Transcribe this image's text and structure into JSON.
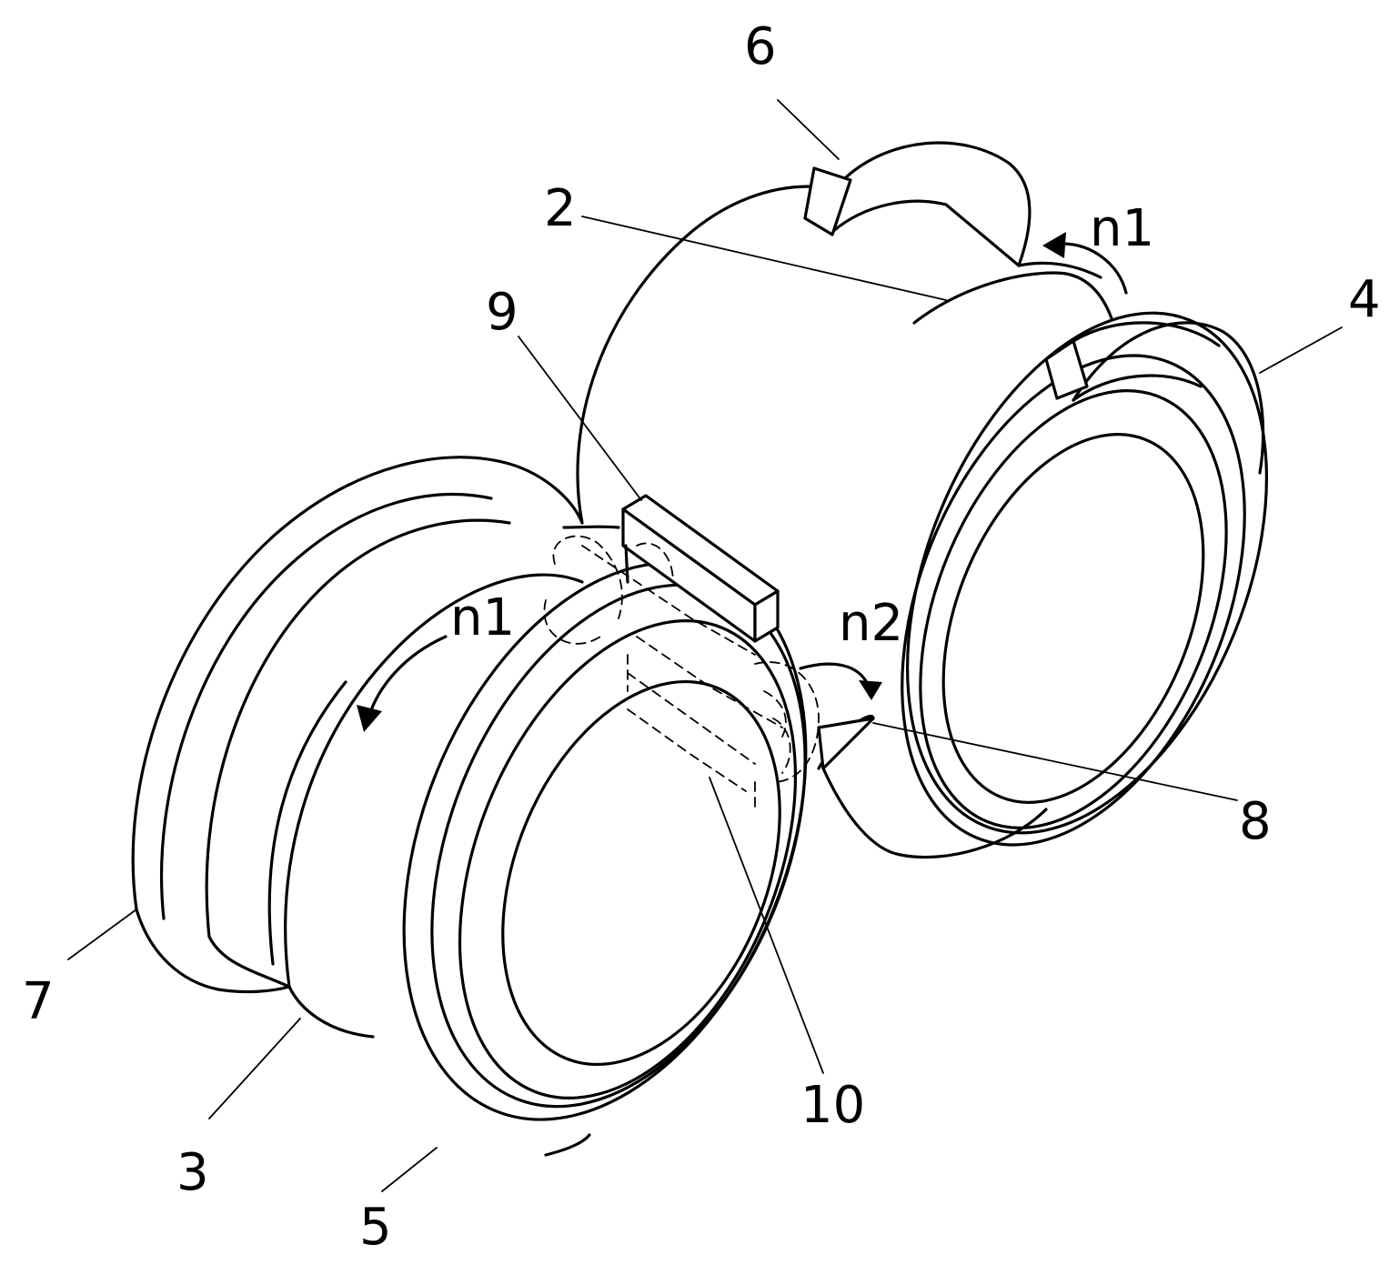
{
  "figure": {
    "labels": {
      "l2": "2",
      "l3": "3",
      "l4": "4",
      "l5": "5",
      "l6": "6",
      "l7": "7",
      "l8": "8",
      "l9": "9",
      "l10": "10"
    },
    "rotation": {
      "upper": "n1",
      "lower": "n1",
      "middle": "n2"
    }
  },
  "colors": {
    "line": "#000000",
    "background": "#ffffff"
  }
}
